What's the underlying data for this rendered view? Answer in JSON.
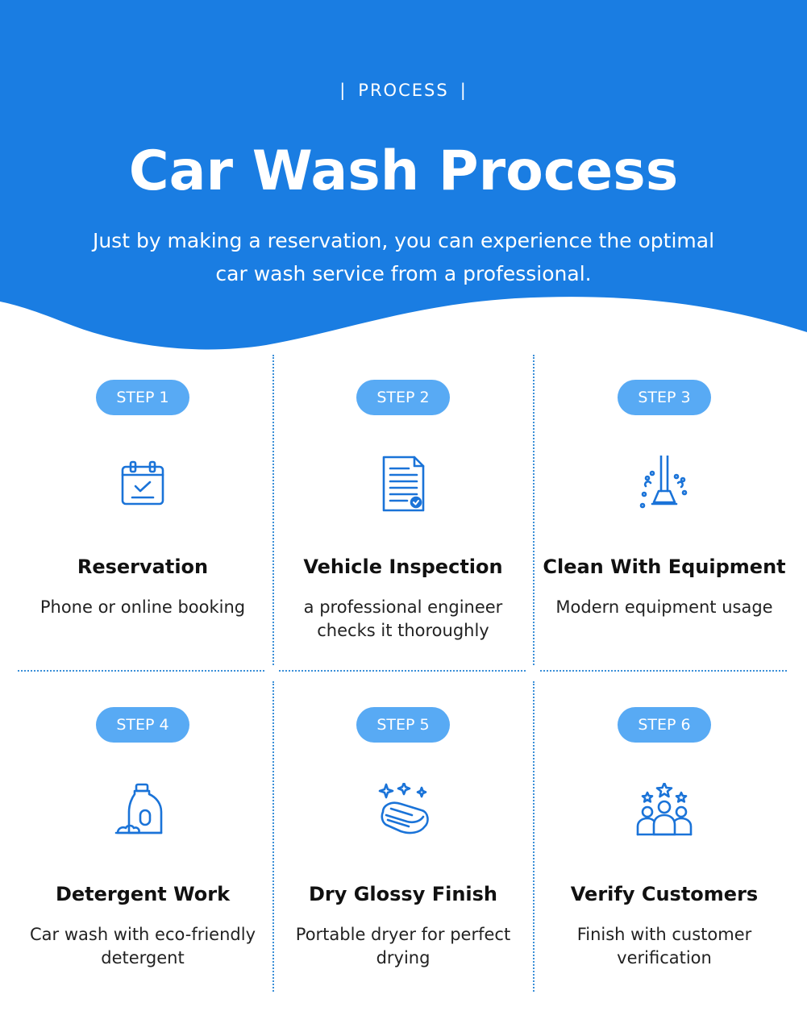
{
  "header": {
    "eyebrow": "PROCESS",
    "title": "Car Wash Process",
    "subtitle": "Just by making a reservation, you can experience the optimal car wash service from a professional."
  },
  "colors": {
    "primary_blue": "#1a7de2",
    "badge_blue": "#58aaf4",
    "icon_blue": "#1a73d8",
    "divider_blue": "#3a8fd8"
  },
  "steps": [
    {
      "badge": "STEP 1",
      "icon": "calendar-check-icon",
      "title": "Reservation",
      "description": "Phone or online booking"
    },
    {
      "badge": "STEP 2",
      "icon": "document-check-icon",
      "title": "Vehicle Inspection",
      "description": "a professional engineer checks it thoroughly"
    },
    {
      "badge": "STEP 3",
      "icon": "pressure-washer-icon",
      "title": "Clean With Equipment",
      "description": "Modern equipment usage"
    },
    {
      "badge": "STEP 4",
      "icon": "detergent-bottle-icon",
      "title": "Detergent Work",
      "description": "Car wash with eco-friendly detergent"
    },
    {
      "badge": "STEP 5",
      "icon": "sparkling-towel-icon",
      "title": "Dry Glossy Finish",
      "description": "Portable dryer for perfect drying"
    },
    {
      "badge": "STEP 6",
      "icon": "customers-stars-icon",
      "title": "Verify Customers",
      "description": "Finish with customer verification"
    }
  ]
}
